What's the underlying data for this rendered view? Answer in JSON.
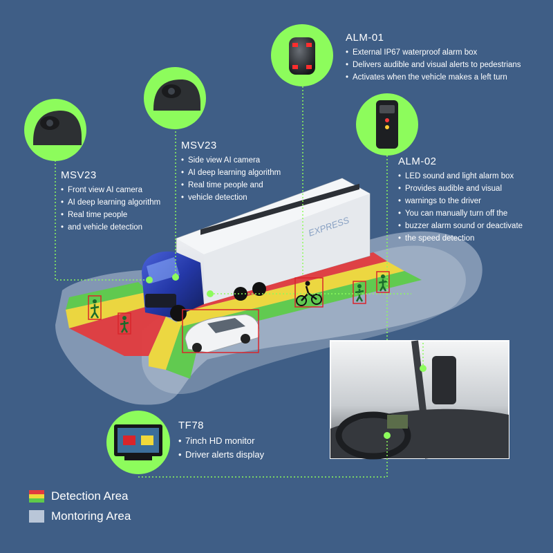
{
  "colors": {
    "background": "#3f5e86",
    "accent_green": "#8dfc5c",
    "detection_red": "#e23b3e",
    "detection_yellow": "#f0d93a",
    "detection_green": "#5ecb4a",
    "monitoring_area": "#b9c6d8"
  },
  "devices": [
    {
      "id": "alm01",
      "title": "ALM-01",
      "icon": "alarm-box-icon",
      "bullets": [
        "External IP67 waterproof alarm box",
        "Delivers audible and visual alerts to pedestrians",
        "Activates when the vehicle makes a left turn"
      ]
    },
    {
      "id": "alm02",
      "title": "ALM-02",
      "icon": "led-alarm-icon",
      "bullets": [
        "LED sound and light alarm box",
        "Provides audible and visual",
        "warnings to the driver",
        "You can manually turn off the",
        "buzzer alarm sound or deactivate",
        "the speed detection"
      ]
    },
    {
      "id": "msv23_side",
      "title": "MSV23",
      "icon": "side-camera-icon",
      "bullets": [
        "Side view AI camera",
        "AI deep learning algorithm",
        "Real time people and",
        "vehicle detection"
      ]
    },
    {
      "id": "msv23_front",
      "title": "MSV23",
      "icon": "front-camera-icon",
      "bullets": [
        "Front view AI camera",
        "AI deep learning algorithm",
        "Real time people",
        "and vehicle detection"
      ]
    },
    {
      "id": "tf78",
      "title": "TF78",
      "icon": "monitor-icon",
      "bullets": [
        "7inch HD monitor",
        "Driver alerts display"
      ]
    }
  ],
  "truck": {
    "trailer_text": "EXPRESS"
  },
  "legend": [
    {
      "label": "Detection Area",
      "swatch": "detection-stripes"
    },
    {
      "label": "Montoring Area",
      "swatch": "monitoring-gray"
    }
  ]
}
